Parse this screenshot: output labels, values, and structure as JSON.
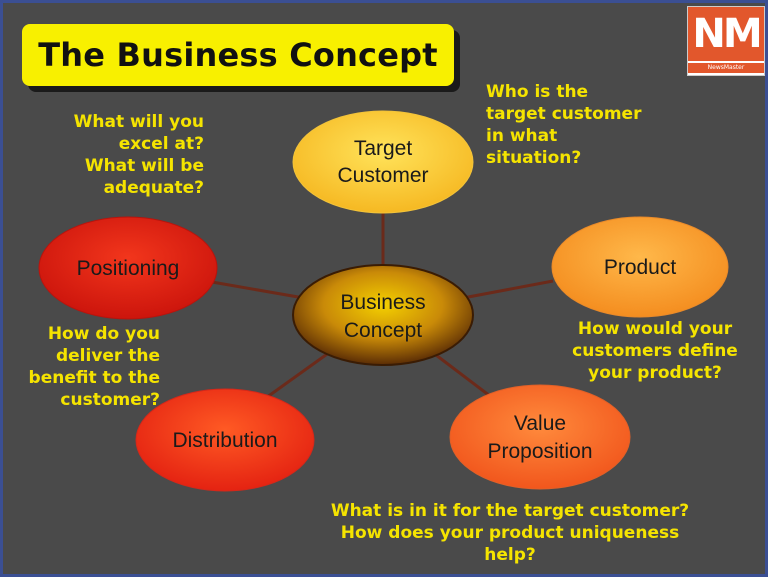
{
  "title": "The Business Concept",
  "logo": {
    "letters": "NM",
    "caption": "NewsMaster"
  },
  "center": {
    "lines": [
      "Business",
      "Concept"
    ]
  },
  "nodes": [
    {
      "id": "target-customer",
      "lines": [
        "Target",
        "Customer"
      ],
      "color": "#ffd23a"
    },
    {
      "id": "product",
      "lines": [
        "Product"
      ],
      "color": "#ffa433"
    },
    {
      "id": "value-proposition",
      "lines": [
        "Value",
        "Proposition"
      ],
      "color": "#ff6a22"
    },
    {
      "id": "distribution",
      "lines": [
        "Distribution"
      ],
      "color": "#f02a14"
    },
    {
      "id": "positioning",
      "lines": [
        "Positioning"
      ],
      "color": "#e4180f"
    }
  ],
  "questions": {
    "target_customer": [
      "Who is the",
      "target customer",
      "in what",
      "situation?"
    ],
    "product": [
      "How would your",
      "customers define",
      "your product?"
    ],
    "value_proposition": [
      "What is in it for the target customer?",
      "How does your product uniqueness",
      "help?"
    ],
    "distribution": [
      "How do you",
      "deliver the",
      "benefit to the",
      "customer?"
    ],
    "positioning": [
      "What will you",
      "excel at?",
      "What will be",
      "adequate?"
    ]
  },
  "colors": {
    "background": "#4a4a4a",
    "title_bg": "#f8f000",
    "question_text": "#f5e400",
    "connector": "#6b2a1a"
  }
}
